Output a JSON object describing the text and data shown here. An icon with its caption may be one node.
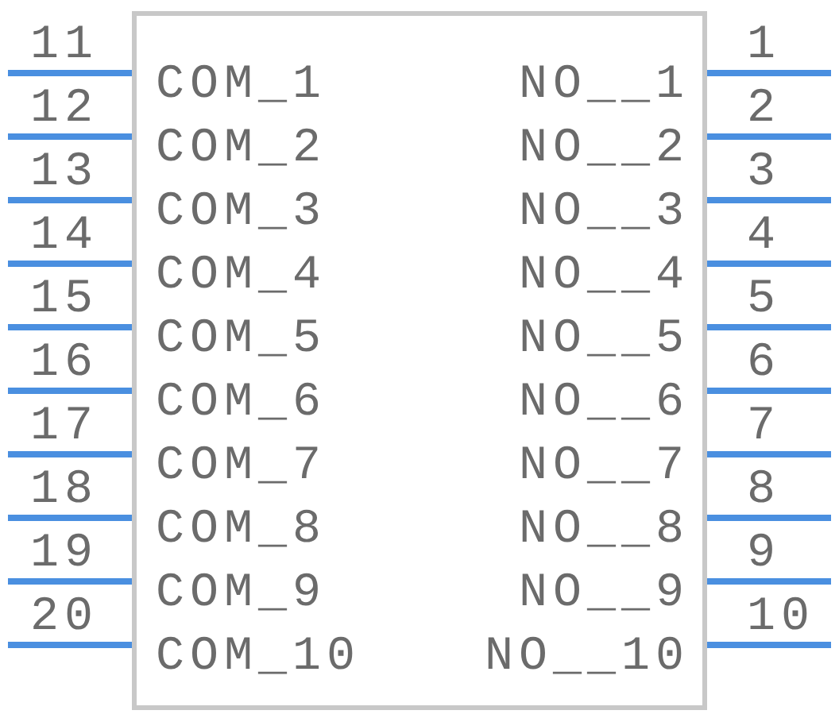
{
  "diagram": {
    "nodes": [
      {
        "text": [
          "COM_1",
          "NO__1",
          "COM_2",
          "NO__2",
          "COM_3",
          "NO__3",
          "COM_4",
          "NO__4",
          "COM_5",
          "NO__5",
          "COM_6",
          "NO__6",
          "COM_7",
          "NO__7",
          "COM_8",
          "NO__8",
          "COM_9",
          "NO__9",
          "COM_10",
          "NO__10"
        ]
      }
    ],
    "labels": [
      "11",
      "1",
      "12",
      "2",
      "13",
      "3",
      "14",
      "4",
      "15",
      "5",
      "16",
      "6",
      "17",
      "7",
      "18",
      "8",
      "19",
      "9",
      "20",
      "10"
    ]
  }
}
